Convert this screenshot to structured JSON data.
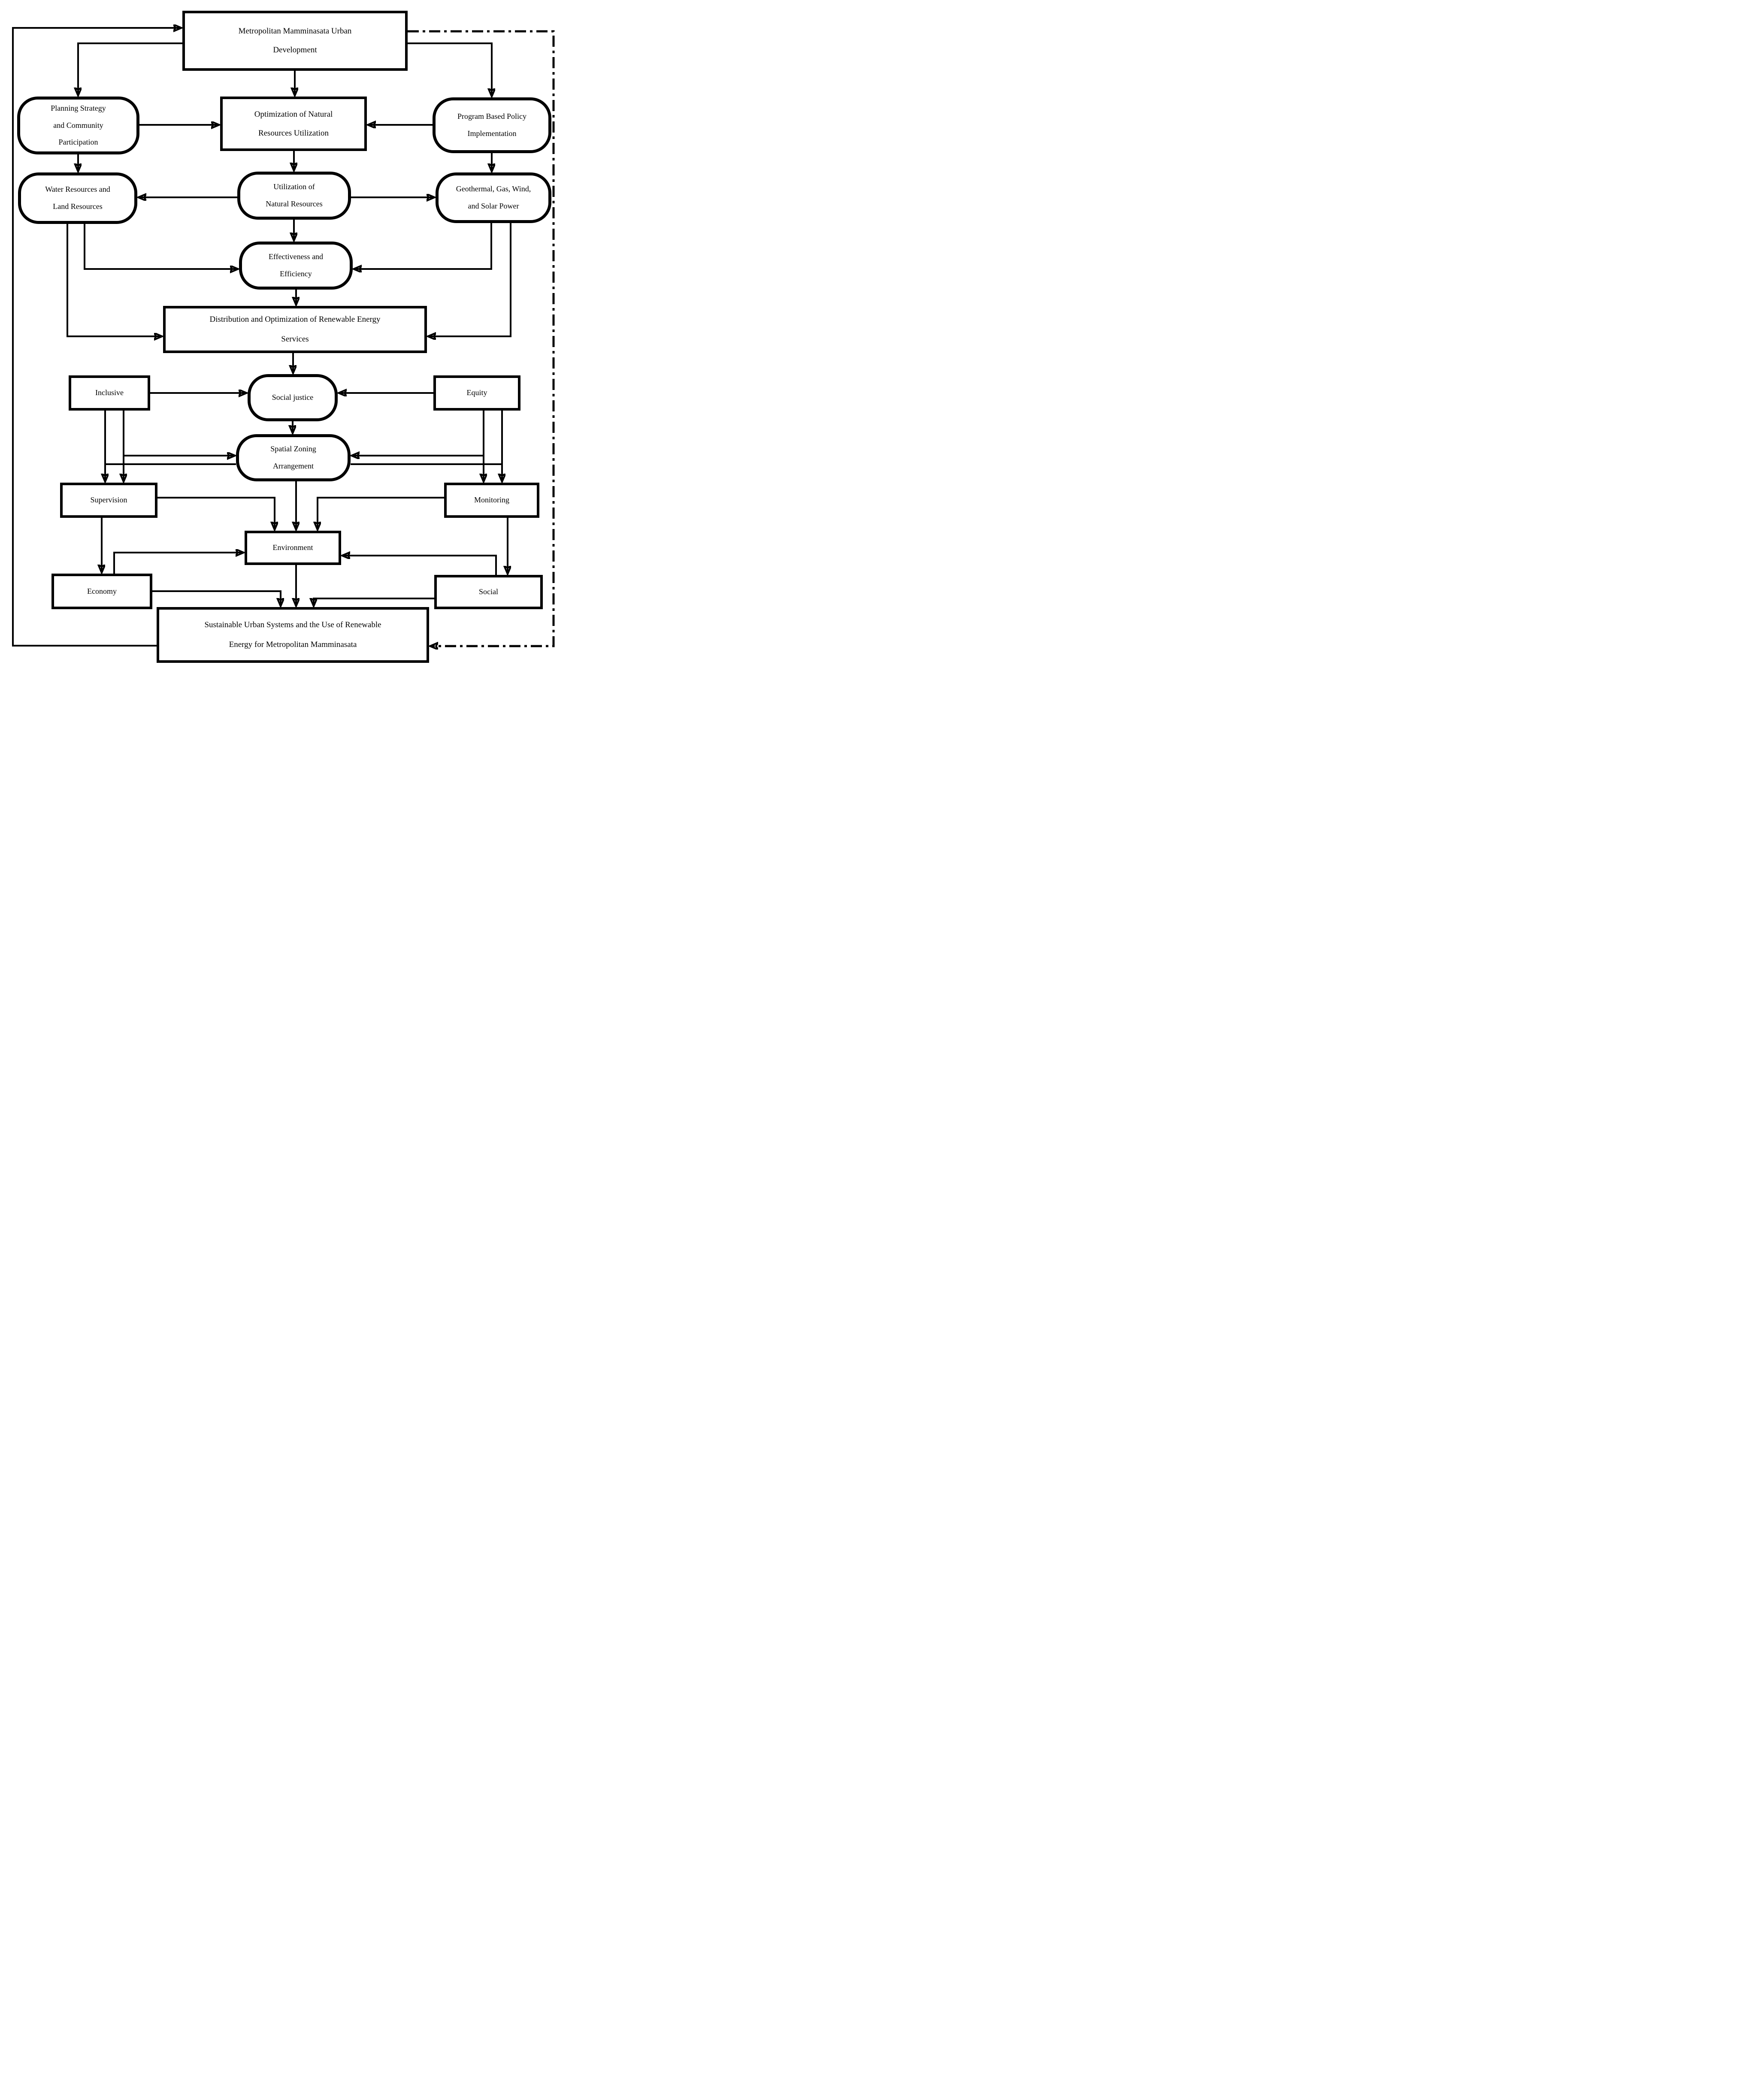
{
  "diagram": {
    "type": "flowchart",
    "background_color": "#ffffff",
    "line_color": "#000000"
  },
  "nodes": {
    "urban": {
      "label": "Metropolitan Mamminasata Urban\nDevelopment",
      "shape": "rectangle"
    },
    "planning": {
      "label": "Planning Strategy\nand Community\nParticipation",
      "shape": "rounded"
    },
    "optimization": {
      "label": "Optimization of Natural\nResources Utilization",
      "shape": "rectangle"
    },
    "program": {
      "label": "Program Based Policy\nImplementation",
      "shape": "rounded"
    },
    "water": {
      "label": "Water Resources and\nLand Resources",
      "shape": "rounded"
    },
    "utilization": {
      "label": "Utilization of\nNatural Resources",
      "shape": "rounded"
    },
    "geothermal": {
      "label": "Geothermal, Gas, Wind,\nand Solar Power",
      "shape": "rounded"
    },
    "effectiveness": {
      "label": "Effectiveness and\nEfficiency",
      "shape": "rounded"
    },
    "distribution": {
      "label": "Distribution and Optimization of Renewable Energy\nServices",
      "shape": "rectangle"
    },
    "inclusive": {
      "label": "Inclusive",
      "shape": "rectangle"
    },
    "social_justice": {
      "label": "Social justice",
      "shape": "rounded"
    },
    "equity": {
      "label": "Equity",
      "shape": "rectangle"
    },
    "spatial": {
      "label": "Spatial Zoning\nArrangement",
      "shape": "rounded"
    },
    "supervision": {
      "label": "Supervision",
      "shape": "rectangle"
    },
    "monitoring": {
      "label": "Monitoring",
      "shape": "rectangle"
    },
    "environment": {
      "label": "Environment",
      "shape": "rectangle"
    },
    "economy": {
      "label": "Economy",
      "shape": "rectangle"
    },
    "social": {
      "label": "Social",
      "shape": "rectangle"
    },
    "sustainable": {
      "label": "Sustainable Urban Systems and the Use of Renewable\nEnergy for Metropolitan Mamminasata",
      "shape": "rectangle"
    }
  },
  "edges": [
    {
      "from": "sustainable",
      "to": "urban",
      "style": "solid",
      "arrow": true
    },
    {
      "from": "urban",
      "to": "planning",
      "style": "solid",
      "arrow": true
    },
    {
      "from": "urban",
      "to": "optimization",
      "style": "solid",
      "arrow": true
    },
    {
      "from": "urban",
      "to": "program",
      "style": "solid",
      "arrow": true
    },
    {
      "from": "urban",
      "to": "sustainable",
      "style": "dash-dot",
      "arrow": true
    },
    {
      "from": "planning",
      "to": "optimization",
      "style": "solid",
      "arrow": true
    },
    {
      "from": "program",
      "to": "optimization",
      "style": "solid",
      "arrow": true
    },
    {
      "from": "planning",
      "to": "water",
      "style": "solid",
      "arrow": true
    },
    {
      "from": "program",
      "to": "geothermal",
      "style": "solid",
      "arrow": true
    },
    {
      "from": "optimization",
      "to": "utilization",
      "style": "solid",
      "arrow": true
    },
    {
      "from": "utilization",
      "to": "water",
      "style": "solid",
      "arrow": true
    },
    {
      "from": "utilization",
      "to": "geothermal",
      "style": "solid",
      "arrow": true
    },
    {
      "from": "utilization",
      "to": "effectiveness",
      "style": "solid",
      "arrow": true
    },
    {
      "from": "water",
      "to": "distribution",
      "style": "solid",
      "arrow": true
    },
    {
      "from": "water",
      "to": "effectiveness",
      "style": "solid",
      "arrow": true
    },
    {
      "from": "geothermal",
      "to": "effectiveness",
      "style": "solid",
      "arrow": true
    },
    {
      "from": "geothermal",
      "to": "distribution",
      "style": "solid",
      "arrow": true
    },
    {
      "from": "effectiveness",
      "to": "distribution",
      "style": "solid",
      "arrow": true
    },
    {
      "from": "distribution",
      "to": "social_justice",
      "style": "solid",
      "arrow": true
    },
    {
      "from": "inclusive",
      "to": "social_justice",
      "style": "solid",
      "arrow": true
    },
    {
      "from": "equity",
      "to": "social_justice",
      "style": "solid",
      "arrow": true
    },
    {
      "from": "social_justice",
      "to": "spatial",
      "style": "solid",
      "arrow": true
    },
    {
      "from": "inclusive",
      "to": "supervision",
      "style": "solid",
      "arrow": true
    },
    {
      "from": "inclusive",
      "to": "supervision",
      "style": "solid",
      "arrow": true
    },
    {
      "from": "inclusive",
      "to": "spatial",
      "style": "solid",
      "arrow": true
    },
    {
      "from": "inclusive",
      "to": "spatial",
      "style": "solid",
      "arrow": false
    },
    {
      "from": "equity",
      "to": "monitoring",
      "style": "solid",
      "arrow": true
    },
    {
      "from": "equity",
      "to": "monitoring",
      "style": "solid",
      "arrow": true
    },
    {
      "from": "equity",
      "to": "spatial",
      "style": "solid",
      "arrow": true
    },
    {
      "from": "equity",
      "to": "spatial",
      "style": "solid",
      "arrow": false
    },
    {
      "from": "spatial",
      "to": "environment",
      "style": "solid",
      "arrow": true
    },
    {
      "from": "supervision",
      "to": "environment",
      "style": "solid",
      "arrow": true
    },
    {
      "from": "monitoring",
      "to": "environment",
      "style": "solid",
      "arrow": true
    },
    {
      "from": "supervision",
      "to": "economy",
      "style": "solid",
      "arrow": true
    },
    {
      "from": "monitoring",
      "to": "social",
      "style": "solid",
      "arrow": true
    },
    {
      "from": "economy",
      "to": "environment",
      "style": "solid",
      "arrow": true
    },
    {
      "from": "social",
      "to": "environment",
      "style": "solid",
      "arrow": true
    },
    {
      "from": "environment",
      "to": "sustainable",
      "style": "solid",
      "arrow": true
    },
    {
      "from": "economy",
      "to": "sustainable",
      "style": "solid",
      "arrow": true
    },
    {
      "from": "social",
      "to": "sustainable",
      "style": "solid",
      "arrow": true
    }
  ]
}
